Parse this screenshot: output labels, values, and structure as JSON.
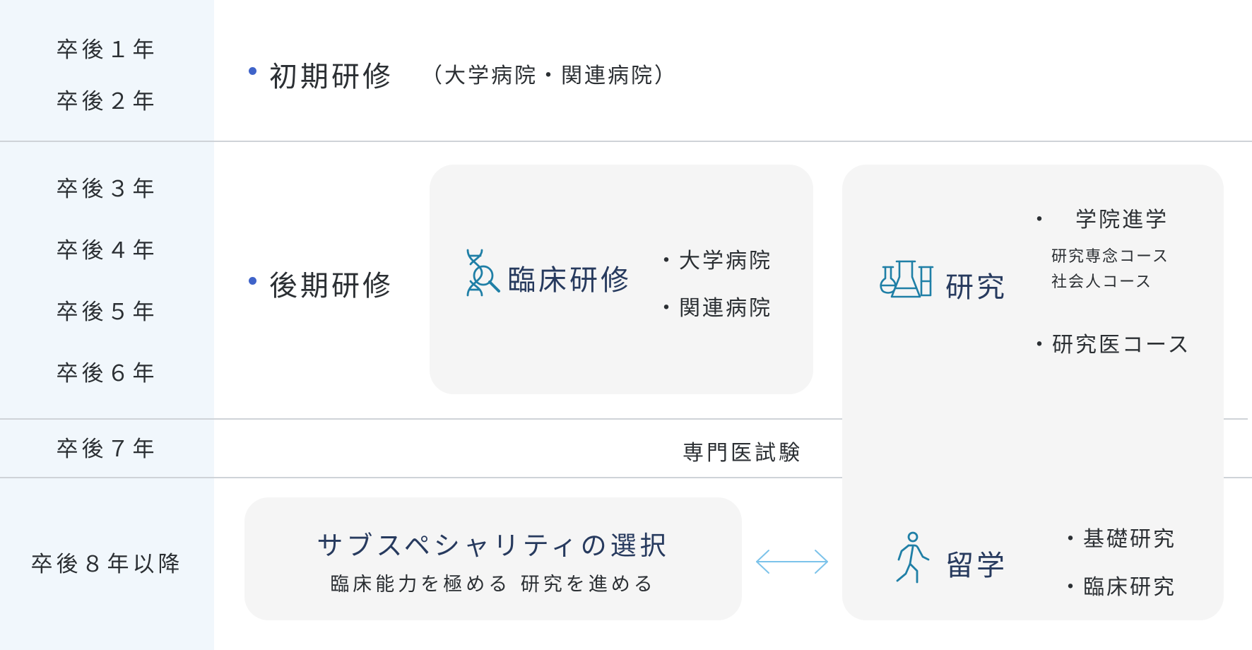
{
  "years": [
    "卒後１年",
    "卒後２年",
    "卒後３年",
    "卒後４年",
    "卒後５年",
    "卒後６年",
    "卒後７年",
    "卒後８年以降"
  ],
  "initial": {
    "label": "初期研修",
    "note": "（大学病院・関連病院）"
  },
  "later": {
    "label": "後期研修"
  },
  "clinical": {
    "title": "臨床研修",
    "items": [
      "・大学病院",
      "・関連病院"
    ]
  },
  "research": {
    "title": "研究",
    "grad": "・　学院進学",
    "courses": [
      "研究専念コース",
      "社会人コース"
    ],
    "doctor_course": "・研究医コース"
  },
  "exam": {
    "label": "専門医試験"
  },
  "subspecialty": {
    "title": "サブスペシャリティの選択",
    "subtitle": "臨床能力を極める 研究を進める"
  },
  "abroad": {
    "title": "留学",
    "items": [
      "・基礎研究",
      "・臨床研究"
    ]
  },
  "colors": {
    "sidebar": "#f1f7fc",
    "panel": "#f5f5f5",
    "accent_blue": "#3f63c9",
    "icon_teal": "#1f7fa6",
    "arrow": "#7cc3ea"
  }
}
